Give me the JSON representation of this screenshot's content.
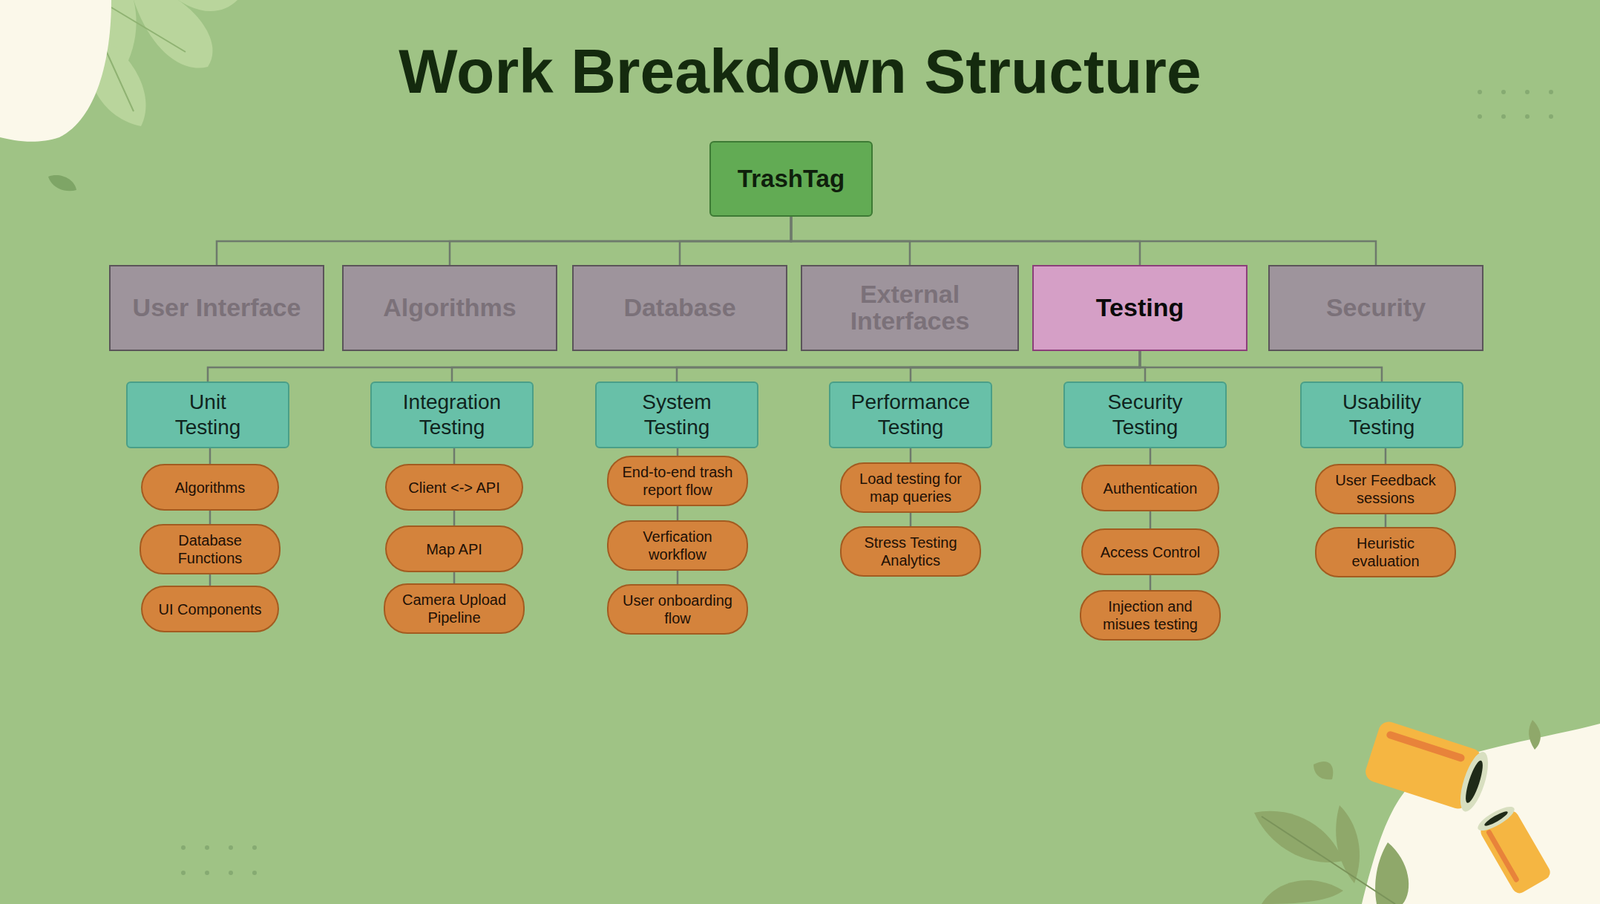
{
  "diagram": {
    "title": "Work Breakdown Structure",
    "nodes": [
      {
        "text": [
          "TrashTag"
        ]
      },
      {
        "text": [
          "User Interface"
        ]
      },
      {
        "text": [
          "Algorithms"
        ]
      },
      {
        "text": [
          "Database"
        ]
      },
      {
        "text": [
          "External Interfaces"
        ]
      },
      {
        "text": [
          "Testing"
        ]
      },
      {
        "text": [
          "Security"
        ]
      },
      {
        "text": [
          "Unit Testing"
        ]
      },
      {
        "text": [
          "Integration Testing"
        ]
      },
      {
        "text": [
          "System Testing"
        ]
      },
      {
        "text": [
          "Performance Testing"
        ]
      },
      {
        "text": [
          "Security Testing"
        ]
      },
      {
        "text": [
          "Usability Testing"
        ]
      },
      {
        "text": [
          "Algorithms"
        ]
      },
      {
        "text": [
          "Database Functions"
        ]
      },
      {
        "text": [
          "UI Components"
        ]
      },
      {
        "text": [
          "Client <-> API"
        ]
      },
      {
        "text": [
          "Map API"
        ]
      },
      {
        "text": [
          "Camera Upload Pipeline"
        ]
      },
      {
        "text": [
          "End-to-end trash report flow"
        ]
      },
      {
        "text": [
          "Verfication workflow"
        ]
      },
      {
        "text": [
          "User onboarding flow"
        ]
      },
      {
        "text": [
          "Load testing for map queries"
        ]
      },
      {
        "text": [
          "Stress Testing Analytics"
        ]
      },
      {
        "text": [
          "Authentication"
        ]
      },
      {
        "text": [
          "Access Control"
        ]
      },
      {
        "text": [
          "Injection and misues testing"
        ]
      },
      {
        "text": [
          "User Feedback sessions"
        ]
      },
      {
        "text": [
          "Heuristic evaluation"
        ]
      }
    ],
    "edges": [
      {
        "from": 0,
        "to": 1,
        "arrow": "none"
      },
      {
        "from": 0,
        "to": 2,
        "arrow": "none"
      },
      {
        "from": 0,
        "to": 3,
        "arrow": "none"
      },
      {
        "from": 0,
        "to": 4,
        "arrow": "none"
      },
      {
        "from": 0,
        "to": 5,
        "arrow": "none"
      },
      {
        "from": 0,
        "to": 6,
        "arrow": "none"
      },
      {
        "from": 5,
        "to": 7,
        "arrow": "none"
      },
      {
        "from": 5,
        "to": 8,
        "arrow": "none"
      },
      {
        "from": 5,
        "to": 9,
        "arrow": "none"
      },
      {
        "from": 5,
        "to": 10,
        "arrow": "none"
      },
      {
        "from": 5,
        "to": 11,
        "arrow": "none"
      },
      {
        "from": 5,
        "to": 12,
        "arrow": "none"
      },
      {
        "from": 7,
        "to": 13,
        "arrow": "none"
      },
      {
        "from": 13,
        "to": 14,
        "arrow": "none"
      },
      {
        "from": 14,
        "to": 15,
        "arrow": "none"
      },
      {
        "from": 8,
        "to": 16,
        "arrow": "none"
      },
      {
        "from": 16,
        "to": 17,
        "arrow": "none"
      },
      {
        "from": 17,
        "to": 18,
        "arrow": "none"
      },
      {
        "from": 9,
        "to": 19,
        "arrow": "none"
      },
      {
        "from": 19,
        "to": 20,
        "arrow": "none"
      },
      {
        "from": 20,
        "to": 21,
        "arrow": "none"
      },
      {
        "from": 10,
        "to": 22,
        "arrow": "none"
      },
      {
        "from": 22,
        "to": 23,
        "arrow": "none"
      },
      {
        "from": 11,
        "to": 24,
        "arrow": "none"
      },
      {
        "from": 24,
        "to": 25,
        "arrow": "none"
      },
      {
        "from": 25,
        "to": 26,
        "arrow": "none"
      },
      {
        "from": 12,
        "to": 27,
        "arrow": "none"
      },
      {
        "from": 27,
        "to": 28,
        "arrow": "none"
      }
    ]
  }
}
